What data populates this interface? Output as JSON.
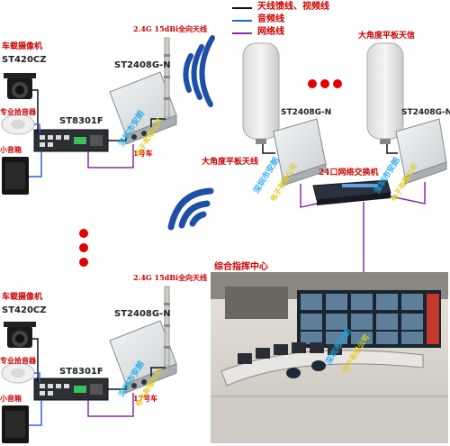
{
  "legend": [
    {
      "label": "天线馈线、视频线",
      "color": "#111111"
    },
    {
      "label": "音频线",
      "color": "#2a62d8"
    },
    {
      "label": "网络线",
      "color": "#8a2aa8"
    }
  ],
  "vehicle_top": {
    "camera_label": "车载摄像机",
    "camera_model": "ST420CZ",
    "pickup_label": "专业拾音器",
    "speaker_label": "小音箱",
    "dvr_model": "ST8301F",
    "radio_model": "ST2408G-N",
    "antenna_label": "2.4G 15dBi全向天线",
    "car_label": "1号车"
  },
  "vehicle_bottom": {
    "camera_label": "车载摄像机",
    "camera_model": "ST420CZ",
    "pickup_label": "专业拾音器",
    "speaker_label": "小音箱",
    "dvr_model": "ST8301F",
    "radio_model": "ST2408G-N",
    "antenna_label": "2.4G 15dBi全向天线",
    "car_label": "17号车"
  },
  "base_station": {
    "left_radio_model": "ST2408G-N",
    "right_radio_model": "ST2408G-N",
    "panel_antenna_left": "大角度平板天线",
    "panel_antenna_right": "大角度平板天信",
    "switch_label": "24口网络交换机"
  },
  "command_center": {
    "label": "综合指挥中心"
  },
  "watermark": {
    "blue": "深圳市安朗",
    "yellow": "电子有限公司"
  }
}
